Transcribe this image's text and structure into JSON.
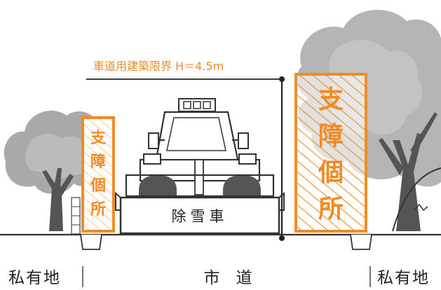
{
  "limit_label": "車道用建築限界 H＝4.5m",
  "left_obstruction": [
    "支",
    "障",
    "個",
    "所"
  ],
  "right_obstruction": [
    "支",
    "障",
    "個",
    "所"
  ],
  "vehicle_label": "除雪車",
  "bottom_labels": {
    "left": "私有地",
    "center": "市　道",
    "right": "私有地"
  },
  "colors": {
    "accent": "#f08c28",
    "tree": "#9a9a9a",
    "tree_dark": "#6a6a6a",
    "vehicle": "#555555",
    "ground": "#333333",
    "line": "#222222"
  },
  "icons": [
    "tree-icon",
    "snowplow-icon"
  ]
}
